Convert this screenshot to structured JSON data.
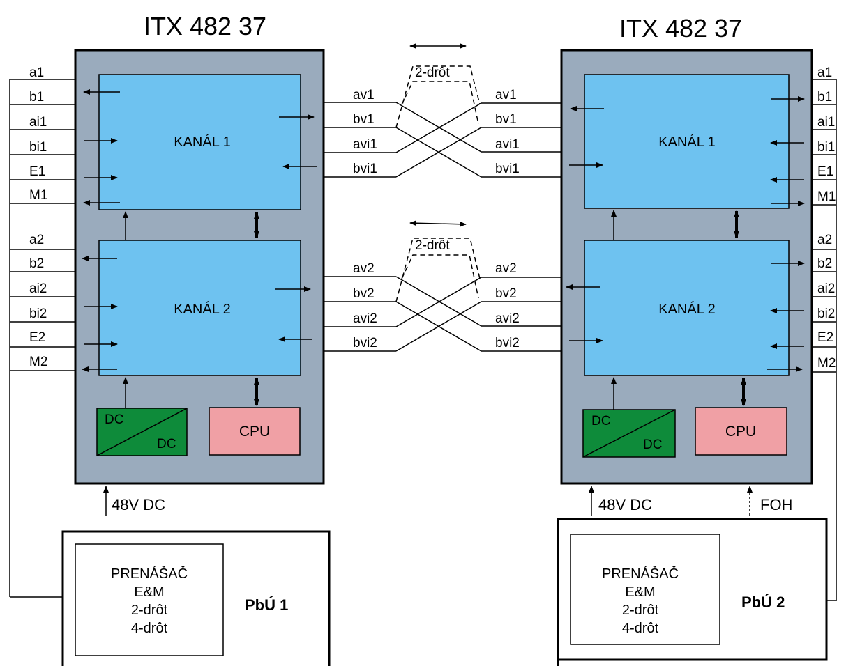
{
  "left_unit": {
    "title": "ITX 482 37",
    "channel1": "KANÁL 1",
    "channel2": "KANÁL 2",
    "dc_top": "DC",
    "dc_bottom": "DC",
    "cpu": "CPU",
    "power": "48V DC",
    "ports_ch1": [
      "a1",
      "b1",
      "ai1",
      "bi1",
      "E1",
      "M1"
    ],
    "ports_ch2": [
      "a2",
      "b2",
      "ai2",
      "bi2",
      "E2",
      "M2"
    ]
  },
  "right_unit": {
    "title": "ITX 482 37",
    "channel1": "KANÁL 1",
    "channel2": "KANÁL 2",
    "dc_top": "DC",
    "dc_bottom": "DC",
    "cpu": "CPU",
    "power": "48V DC",
    "foh": "FOH",
    "ports_ch1": [
      "a1",
      "b1",
      "ai1",
      "bi1",
      "E1",
      "M1"
    ],
    "ports_ch2": [
      "a2",
      "b2",
      "ai2",
      "bi2",
      "E2",
      "M2"
    ]
  },
  "link1": {
    "left_labels": [
      "av1",
      "bv1",
      "avi1",
      "bvi1"
    ],
    "right_labels": [
      "av1",
      "bv1",
      "avi1",
      "bvi1"
    ],
    "two_wire": "2-drôt"
  },
  "link2": {
    "left_labels": [
      "av2",
      "bv2",
      "avi2",
      "bvi2"
    ],
    "right_labels": [
      "av2",
      "bv2",
      "avi2",
      "bvi2"
    ],
    "two_wire": "2-drôt"
  },
  "pbu_left": {
    "lines": [
      "PRENÁŠAČ",
      "E&M",
      "2-drôt",
      "4-drôt"
    ],
    "name": "PbÚ 1"
  },
  "pbu_right": {
    "lines": [
      "PRENÁŠAČ",
      "E&M",
      "2-drôt",
      "4-drôt"
    ],
    "name": "PbÚ 2"
  },
  "colors": {
    "unit_fill": "#9aabbd",
    "channel_fill": "#6ec2f0",
    "dc_fill": "#0e8b3a",
    "cpu_fill": "#f0a0a5"
  }
}
